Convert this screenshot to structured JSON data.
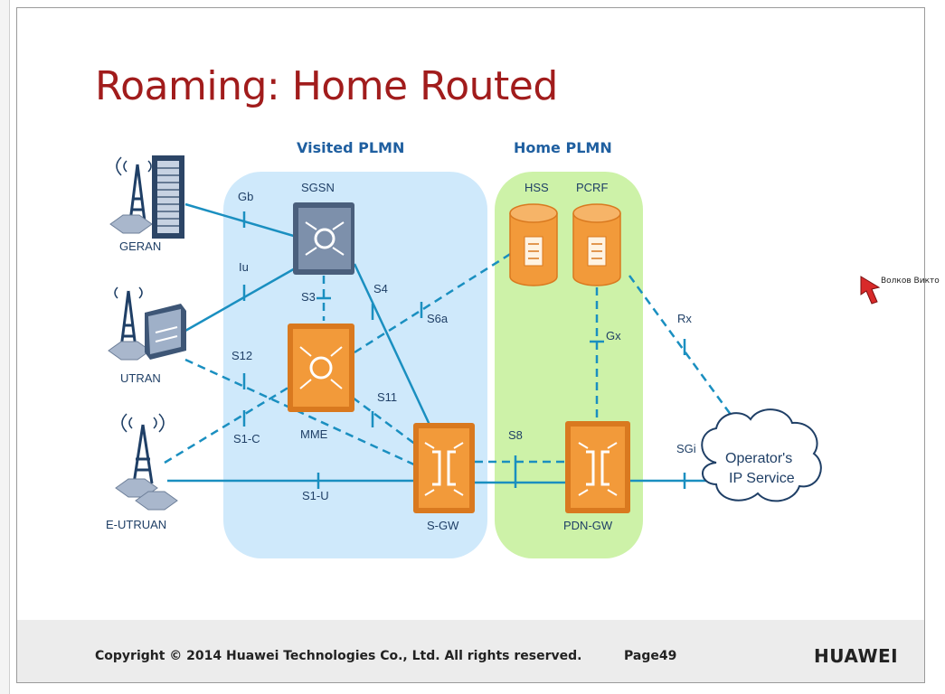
{
  "slide": {
    "title": "Roaming: Home Routed",
    "visited_label": "Visited PLMN",
    "home_label": "Home PLMN",
    "copyright": "Copyright © 2014 Huawei Technologies Co., Ltd. All rights reserved.",
    "page": "Page49",
    "brand": "HUAWEI",
    "cursor_user": "Волков Викто"
  },
  "nodes": {
    "geran": "GERAN",
    "utran": "UTRAN",
    "eutran": "E-UTRUAN",
    "sgsn": "SGSN",
    "mme": "MME",
    "sgw": "S-GW",
    "pdngw": "PDN-GW",
    "hss": "HSS",
    "pcrf": "PCRF",
    "cloud_line1": "Operator's",
    "cloud_line2": "IP Service"
  },
  "interfaces": {
    "gb": "Gb",
    "iu": "Iu",
    "s3": "S3",
    "s4": "S4",
    "s6a": "S6a",
    "s12": "S12",
    "s11": "S11",
    "s1c": "S1-C",
    "s1u": "S1-U",
    "s8": "S8",
    "gx": "Gx",
    "rx": "Rx",
    "sgi": "SGi"
  },
  "colors": {
    "title": "#a11c1c",
    "visited_bg": "#cfe9fb",
    "home_bg": "#cdf2a8",
    "line": "#1a8fc0",
    "orange": "#f29a3a",
    "gray_node": "#6a7b93"
  },
  "icons": [
    "antenna-tower-icon",
    "server-rack-icon",
    "router-icon",
    "database-icon",
    "cloud-icon",
    "huawei-logo-icon",
    "mouse-pointer-icon"
  ]
}
